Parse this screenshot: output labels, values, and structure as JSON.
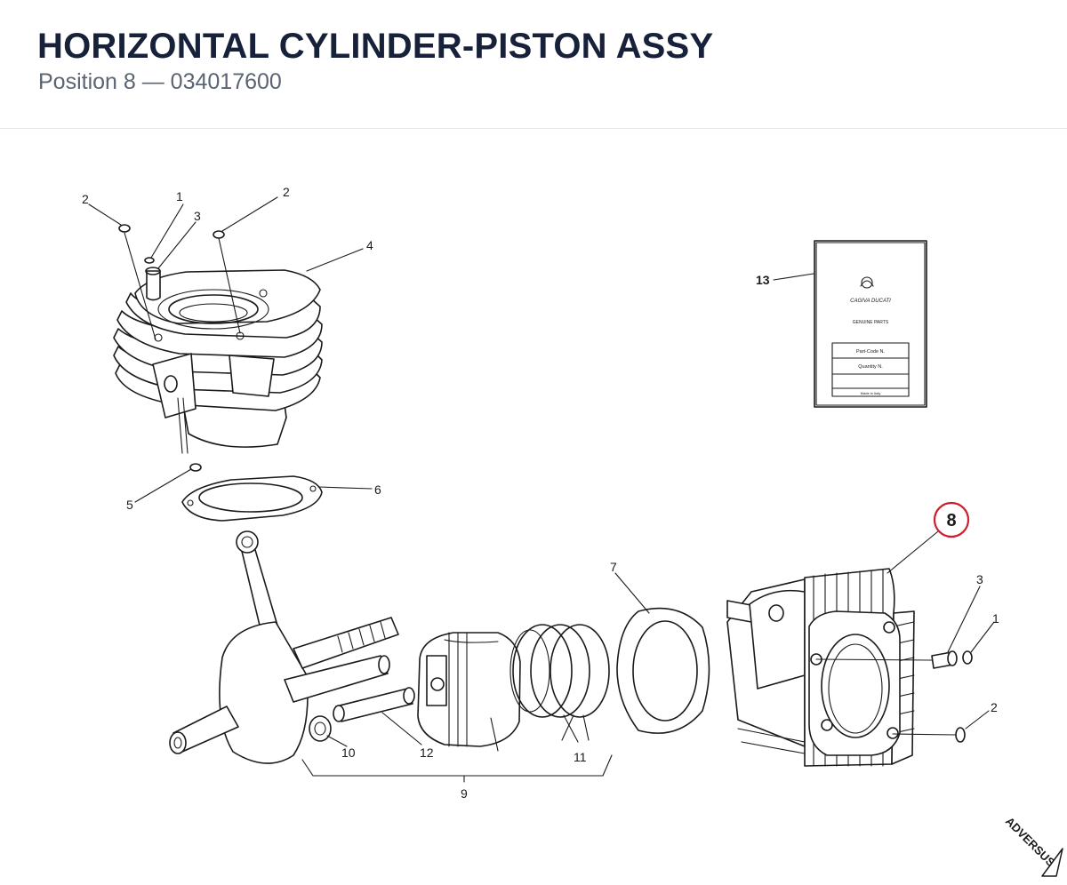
{
  "header": {
    "title": "HORIZONTAL CYLINDER-PISTON ASSY",
    "subtitle": "Position 8 — 034017600"
  },
  "callouts": {
    "c1a": "1",
    "c2a": "2",
    "c2b": "2",
    "c3a": "3",
    "c4": "4",
    "c5": "5",
    "c6": "6",
    "c7": "7",
    "c8": "8",
    "c3b": "3",
    "c1b": "1",
    "c2c": "2",
    "c9": "9",
    "c10": "10",
    "c11": "11",
    "c12": "12",
    "c13": "13"
  },
  "booklet": {
    "brand": "CAGIVA DUCATI",
    "genuine": "GENUINE PARTS",
    "part_code": "Part-Code N.",
    "quantity": "Quantity N.",
    "made_in": "Made in Italy"
  },
  "watermark": "ADVERSUS",
  "colors": {
    "highlight": "#cc1f2d",
    "title": "#18213a",
    "subtitle": "#5a6472"
  }
}
